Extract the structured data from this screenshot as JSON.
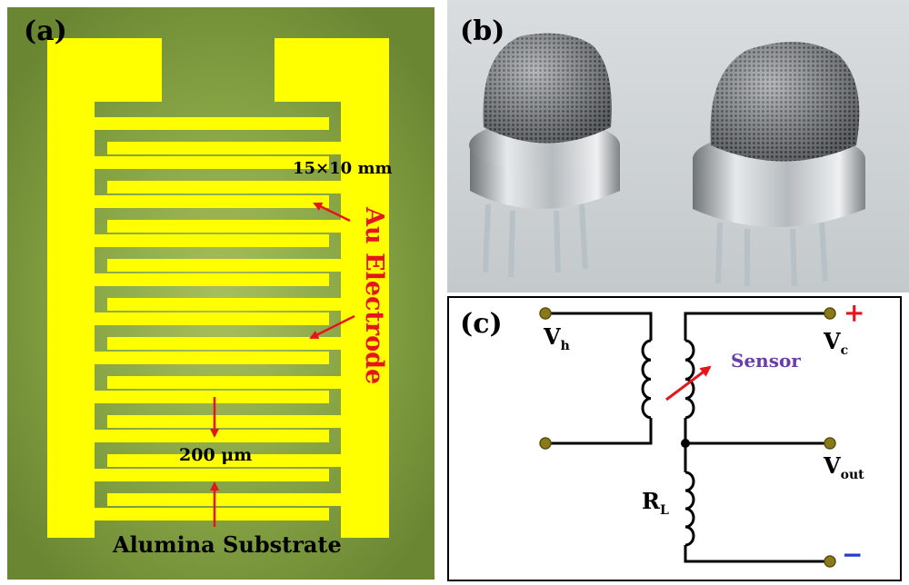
{
  "panel_a": {
    "label": "(a)",
    "dimension": "15×10 mm",
    "electrode": "Au Electrode",
    "gap": "200 μm",
    "substrate": "Alumina Substrate",
    "colors": {
      "substrate": "#6d8a34",
      "electrode": "#ffff00",
      "arrow": "#e8141b"
    }
  },
  "panel_b": {
    "label": "(b)"
  },
  "panel_c": {
    "label": "(c)",
    "vh": "V",
    "vh_sub": "h",
    "vc": "V",
    "vc_sub": "c",
    "vout": "V",
    "vout_sub": "out",
    "rl": "R",
    "rl_sub": "L",
    "sensor": "Sensor",
    "plus": "+",
    "minus": "−",
    "colors": {
      "sensor": "#6a3ea8",
      "plus": "#e8141b",
      "minus": "#1f3fd0",
      "terminal": "#8a7a1a"
    }
  }
}
